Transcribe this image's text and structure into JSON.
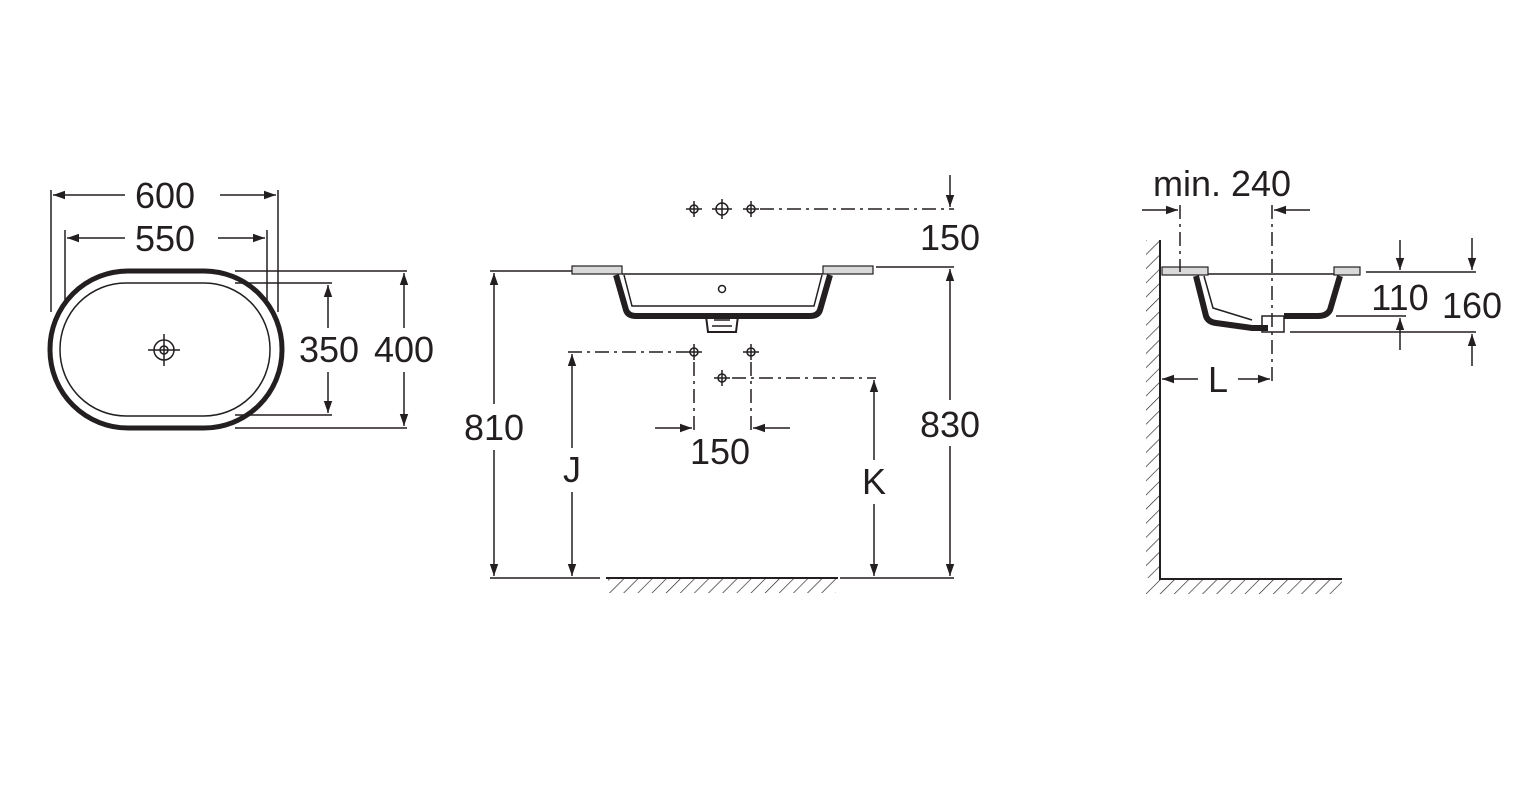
{
  "top_view": {
    "overall_width": "600",
    "inner_width": "550",
    "inner_depth": "350",
    "overall_depth": "400"
  },
  "front_view": {
    "tap_spacing_top": "150",
    "tap_spacing_wall": "150",
    "rim_height": "810",
    "overall_height": "830",
    "supply_height_label": "J",
    "waste_height_label": "K"
  },
  "side_view": {
    "min_projection": "min. 240",
    "bowl_depth": "110",
    "overall_depth": "160",
    "waste_offset_label": "L"
  }
}
